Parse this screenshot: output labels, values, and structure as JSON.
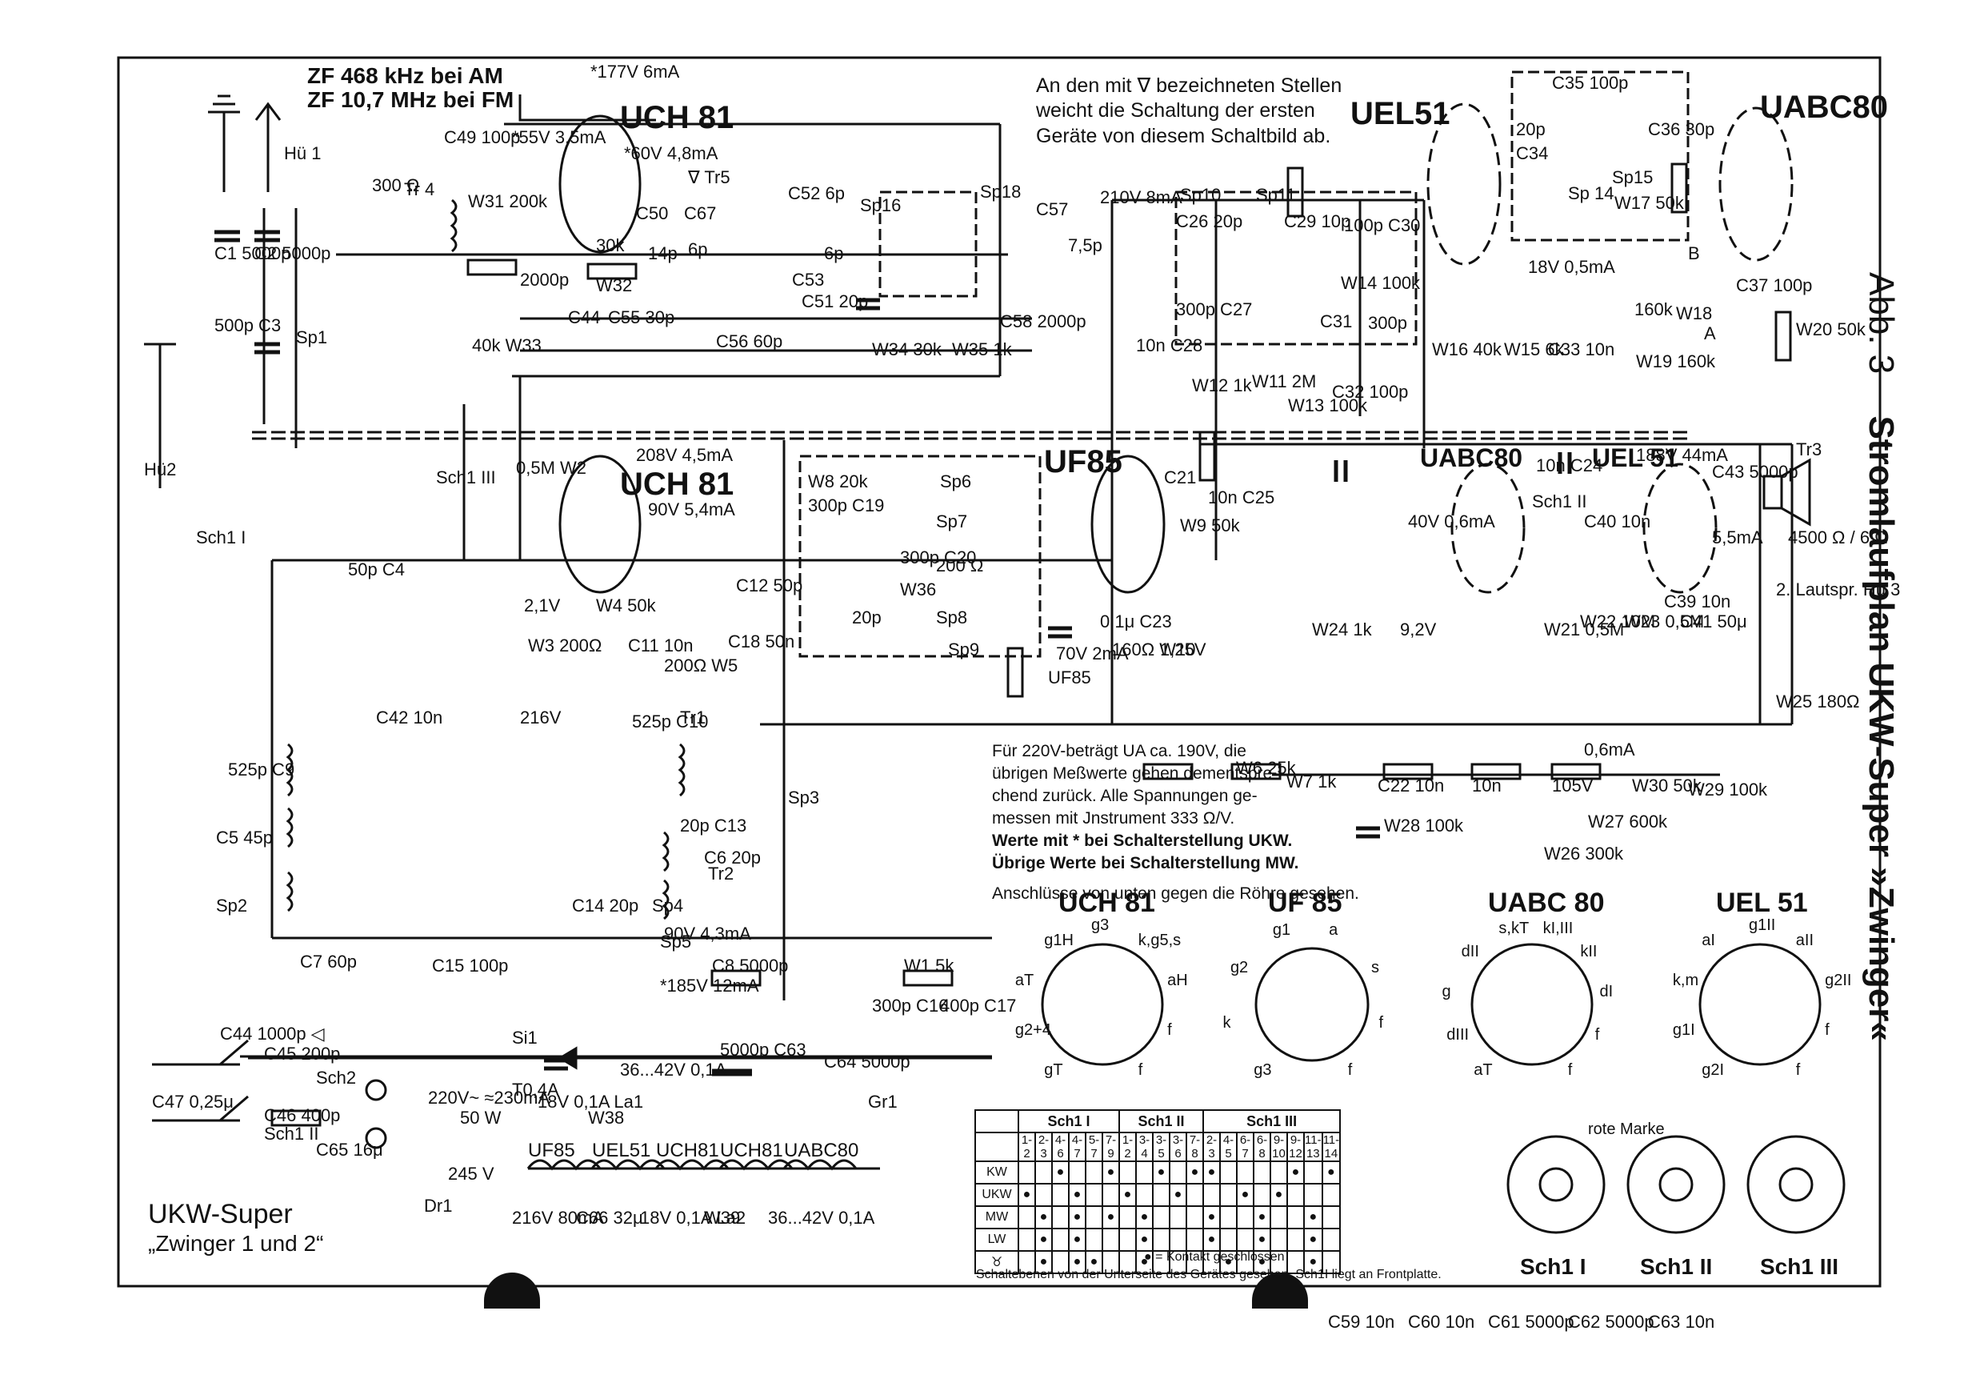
{
  "title": {
    "figure": "Abb. 3",
    "main": "Stromlaufplan UKW-Super »Zwinger«"
  },
  "bottom_title": {
    "line1": "UKW-Super",
    "line2": "„Zwinger 1 und 2“"
  },
  "zf": {
    "am": "ZF 468 kHz bei AM",
    "fm": "ZF 10,7 MHz bei FM"
  },
  "top_note": "An den mit ∇ bezeichneten Stellen weicht die Schaltung der ersten Geräte von diesem Schaltbild ab.",
  "measure_note": {
    "line1": "Für 220V-beträgt UA ca. 190V, die",
    "line2": "übrigen Meßwerte gehen dementspre-",
    "line3": "chend zurück.  Alle Spannungen ge-",
    "line4": "messen mit Jnstrument 333 Ω/V.",
    "line5": "Werte mit * bei Schalterstellung UKW.",
    "line6": "Übrige Werte bei Schalterstellung MW.",
    "line7": "Anschlüsse von unten gegen die Röhre gesehen."
  },
  "tubes": {
    "uch81_a": "UCH 81",
    "uch81_b": "UCH 81",
    "uf85": "UF85",
    "uel51_top": "UEL51",
    "uabc80_top": "UABC80",
    "uabc80_mid": "UABC80",
    "uel51_mid": "UEL 51"
  },
  "pinouts": [
    {
      "name": "UCH 81",
      "pins": [
        "gT",
        "g2+4",
        "aT",
        "g1H",
        "g3",
        "k,g5,s",
        "aH",
        "f",
        "f"
      ]
    },
    {
      "name": "UF 85",
      "pins": [
        "g3",
        "k",
        "g2",
        "g1",
        "a",
        "s",
        "f",
        "f"
      ]
    },
    {
      "name": "UABC 80",
      "pins": [
        "aT",
        "dIII",
        "g",
        "dII",
        "s,kT",
        "kI,III",
        "kII",
        "dI",
        "f",
        "f"
      ]
    },
    {
      "name": "UEL 51",
      "pins": [
        "g2I",
        "g1I",
        "k,m",
        "aI",
        "g1II",
        "aII",
        "g2II",
        "f",
        "f"
      ]
    }
  ],
  "components": [
    "C1 5000p",
    "C2 5000p",
    "500p C3",
    "Sp1",
    "Hü 1",
    "Hü2",
    "300 Ω",
    "Tr 4",
    "C49 100p",
    "W31 200k",
    "*55V 3,5mA",
    "*177V 6mA",
    "*60V 4,8mA",
    "∇ Tr5",
    "C50",
    "C67",
    "14p",
    "6p",
    "30k",
    "W32",
    "C52 6p",
    "6p",
    "C53",
    "C51 20p",
    "Sp16",
    "Sp18",
    "C57",
    "7,5p",
    "2000p",
    "C44",
    "C55 30p",
    "C56 60p",
    "C58 2000p",
    "40k W33",
    "W34 30k",
    "W35 1k",
    "210V 8mA",
    "Sp10",
    "Sp11",
    "C26 20p",
    "C29 10p",
    "100p C30",
    "W14 100k",
    "300p C27",
    "C31",
    "300p",
    "10n C28",
    "W12 1k",
    "W11 2M",
    "W13 100k",
    "C32 100p",
    "C35 100p",
    "20p",
    "C34",
    "Sp 14",
    "Sp15",
    "C36 30p",
    "W17 50k",
    "18V 0,5mA",
    "W16 40k",
    "W15 6k",
    "C33 10n",
    "160k",
    "W18",
    "B",
    "C37 100p",
    "W19 160k",
    "A",
    "W20 50k",
    "Tr3",
    "188V 44mA",
    "C43 5000p",
    "5,5mA",
    "4500 Ω / 6 Ω",
    "2. Lautspr. Hü 3",
    "208V 4,5mA",
    "0,5M W2",
    "90V 5,4mA",
    "Sch1 III",
    "Sch1 I",
    "50p C4",
    "2,1V",
    "W4 50k",
    "W3 200Ω",
    "C11 10n",
    "200Ω W5",
    "C12 50p",
    "C18 50n",
    "W8 20k",
    "300p C19",
    "Sp6",
    "Sp7",
    "300p C20",
    "200 Ω",
    "W36",
    "20p",
    "Sp8",
    "Sp9",
    "C21",
    "W9 50k",
    "70V 2mA",
    "UF85",
    "0,1μ C23",
    "160Ω W10",
    "1,25V",
    "10n C25",
    "10n C24",
    "Sch1 II",
    "40V 0,6mA",
    "C40 10n",
    "C39 10n",
    "W24 1k",
    "9,2V",
    "W21 0,5M",
    "W22 10M",
    "W23 0,5M",
    "C41 50μ",
    "W25 180Ω",
    "C42 10n",
    "216V",
    "525p C9",
    "525p C10",
    "Tr1",
    "C5 45p",
    "20p C13",
    "Tr2",
    "Sp2",
    "C6 20p",
    "C14 20p",
    "Sp4",
    "90V 4,3mA",
    "Sp3",
    "C7 60p",
    "C15 100p",
    "Sp5",
    "*185V 12mA",
    "C8 5000p",
    "W1 5k",
    "300p C16",
    "400p C17",
    "W6 25k",
    "W7 1k",
    "C22 10n",
    "10n",
    "105V",
    "W30 50k",
    "0,6mA",
    "W29 100k",
    "W28 100k",
    "W27 600k",
    "W26 300k",
    "C44 1000p ◁",
    "C45 200p",
    "C47 0,25μ",
    "C46 400p",
    "Sch1 II",
    "Sch2",
    "220V~ ≈230mA",
    "50 W",
    "T0,4A",
    "Si1",
    "18V 0,1A La1",
    "W38",
    "36...42V 0,1A",
    "5000p C63",
    "C64 5000p",
    "Gr1",
    "C65 16μ",
    "245 V",
    "Dr1",
    "216V 80mA",
    "C66 32μ",
    "18V 0,1A La2",
    "W39",
    "36...42V 0,1A",
    "C59 10n",
    "C60 10n",
    "C61 5000p",
    "C62 5000p",
    "C63 10n"
  ],
  "heater_chain": [
    "UF85",
    "UEL51",
    "UCH81",
    "UCH81",
    "UABC80"
  ],
  "switch_table": {
    "groups": [
      {
        "name": "Sch1 I",
        "cols": [
          "1-2",
          "2-3",
          "4-6",
          "4-7",
          "5-7",
          "7-9"
        ]
      },
      {
        "name": "Sch1 II",
        "cols": [
          "1-2",
          "3-4",
          "3-5",
          "3-6",
          "7-8"
        ]
      },
      {
        "name": "Sch1 III",
        "cols": [
          "2-3",
          "4-5",
          "6-7",
          "6-8",
          "9-10",
          "9-12",
          "11-13",
          "11-14"
        ]
      }
    ],
    "rows": [
      {
        "label": "KW",
        "on": [
          2,
          5,
          8,
          10,
          11,
          16,
          18
        ]
      },
      {
        "label": "UKW",
        "on": [
          0,
          3,
          6,
          9,
          13,
          15
        ]
      },
      {
        "label": "MW",
        "on": [
          1,
          3,
          5,
          7,
          11,
          14,
          17
        ]
      },
      {
        "label": "LW",
        "on": [
          1,
          3,
          7,
          11,
          14,
          17
        ]
      },
      {
        "label": "♉",
        "on": [
          1,
          3,
          4,
          7,
          12,
          14,
          17
        ]
      }
    ],
    "legend": "● = Kontakt geschlossen",
    "footnote": "Schaltebenen von der Unterseite des Gerätes gesehen.  Sch1I liegt an Frontplatte.",
    "marker": "rote Marke"
  },
  "wafers": [
    "Sch1 I",
    "Sch1 II",
    "Sch1 III"
  ]
}
